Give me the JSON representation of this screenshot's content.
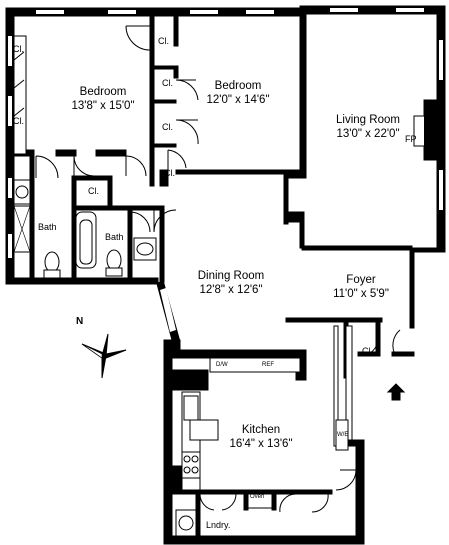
{
  "rooms": {
    "bedroom1": {
      "name": "Bedroom",
      "dims": "13'8\" x 15'0\""
    },
    "bedroom2": {
      "name": "Bedroom",
      "dims": "12'0\" x 14'6\""
    },
    "living": {
      "name": "Living Room",
      "dims": "13'0\" x 22'0\""
    },
    "dining": {
      "name": "Dining Room",
      "dims": "12'8\" x 12'6\""
    },
    "foyer": {
      "name": "Foyer",
      "dims": "11'0\" x 5'9\""
    },
    "kitchen": {
      "name": "Kitchen",
      "dims": "16'4\" x 13'6\""
    }
  },
  "labels": {
    "closet": "Cl.",
    "bath": "Bath",
    "fireplace": "FP",
    "laundry": "Lndry.",
    "oven": "Oven",
    "wine": "W/E",
    "dw": "D/W",
    "rep": "REF",
    "north": "N"
  },
  "colors": {
    "wall": "#000000",
    "fixture": "#000000",
    "background": "#ffffff"
  }
}
